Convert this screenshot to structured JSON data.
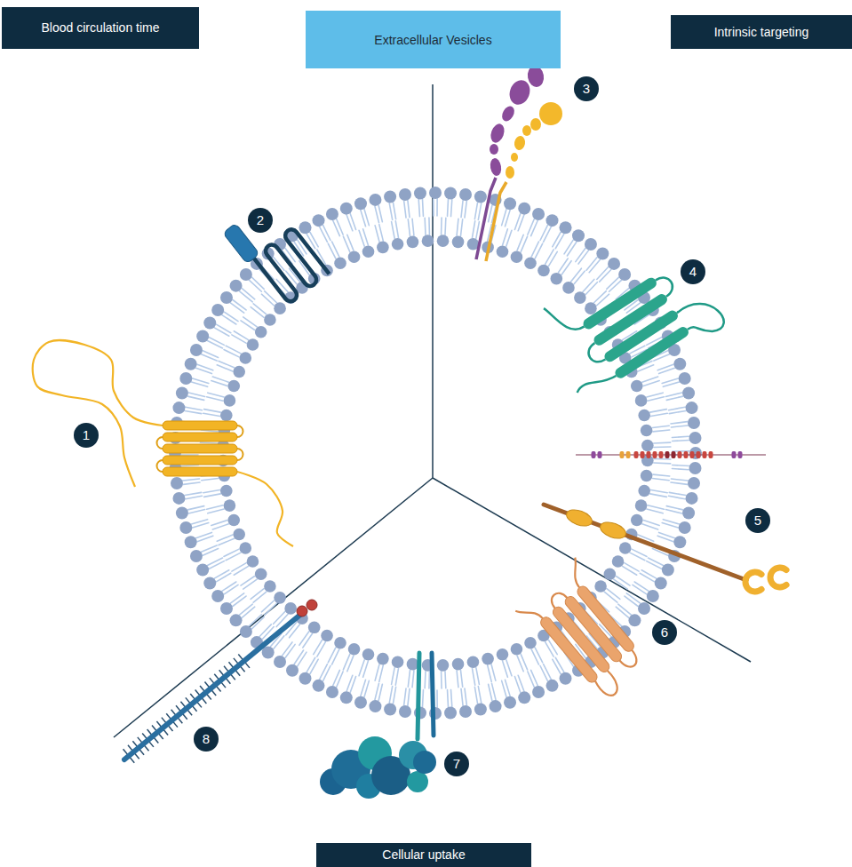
{
  "diagram": {
    "title": "Extracellular Vesicles",
    "nodes": [
      {
        "text": [
          "Blood circulation time"
        ]
      },
      {
        "text": [
          "Intrinsic targeting"
        ]
      },
      {
        "text": [
          "Cellular uptake"
        ]
      }
    ],
    "labels": [
      "1",
      "2",
      "3",
      "4",
      "5",
      "6",
      "7",
      "8"
    ]
  }
}
